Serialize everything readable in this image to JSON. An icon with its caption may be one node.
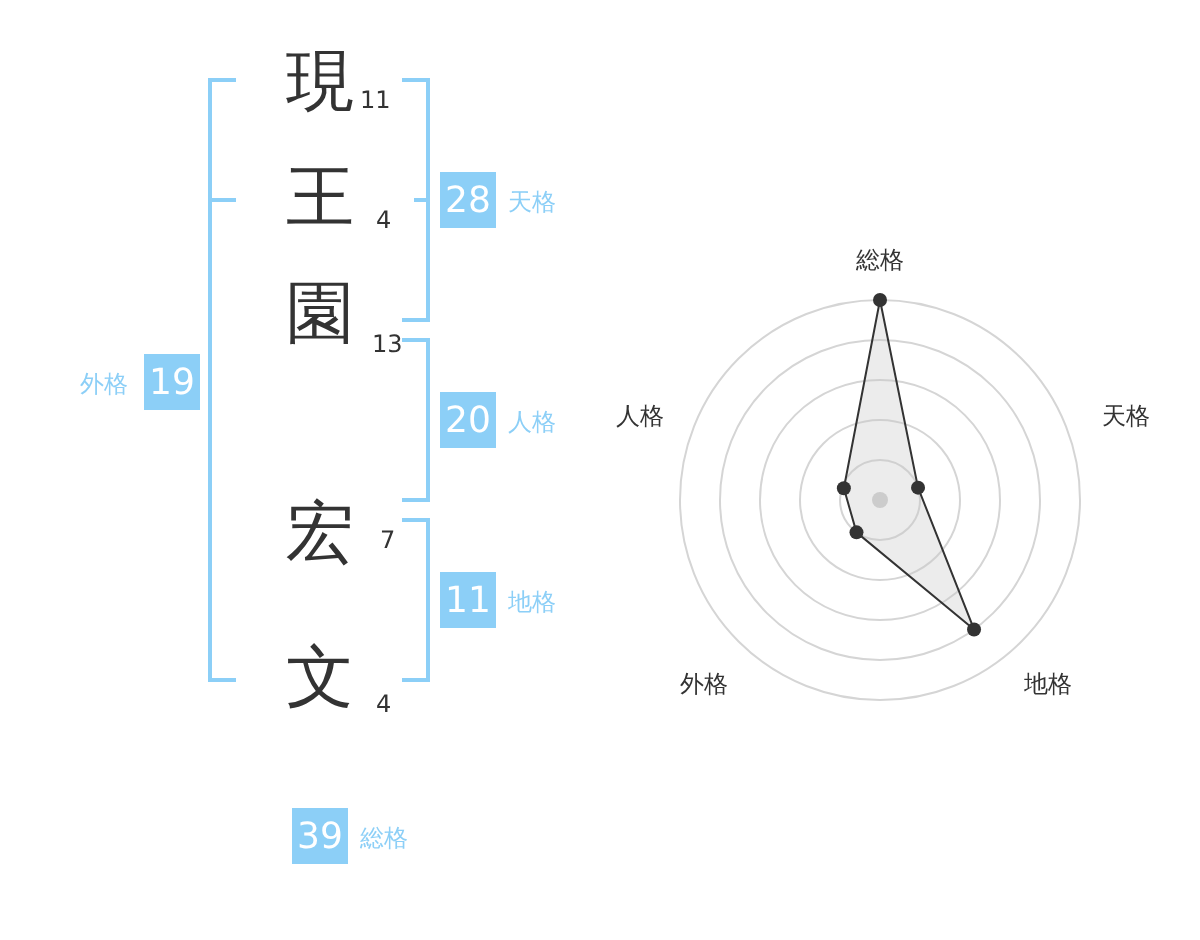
{
  "diagram": {
    "nodes": [
      {
        "text": [
          "28"
        ],
        "beside": [
          "天格"
        ]
      },
      {
        "text": [
          "19"
        ],
        "beside": [
          "外格"
        ]
      },
      {
        "text": [
          "20"
        ],
        "beside": [
          "人格"
        ]
      },
      {
        "text": [
          "11"
        ],
        "beside": [
          "地格"
        ]
      },
      {
        "text": [
          "39"
        ],
        "beside": [
          "総格"
        ]
      }
    ],
    "labels": [
      "現",
      "11",
      "王",
      "4",
      "園",
      "13",
      "宏",
      "7",
      "文",
      "4",
      "総格",
      "人格",
      "天格",
      "外格",
      "地格"
    ]
  }
}
